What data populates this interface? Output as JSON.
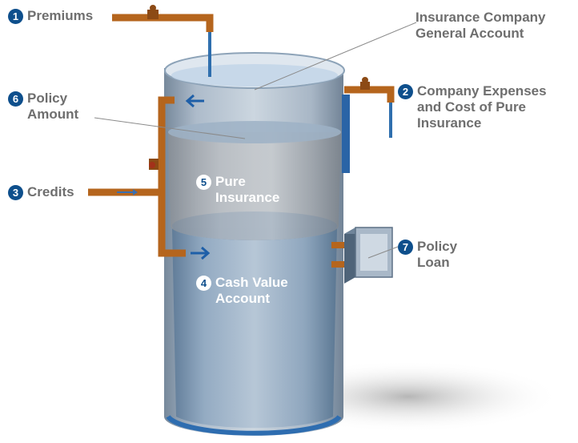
{
  "colors": {
    "pipe": "#b5651d",
    "water": "#2f6fae",
    "badge": "#0e4f8c",
    "label": "#6e6e6e",
    "tank": "#9fb0c2"
  },
  "labels": {
    "premiums": {
      "num": "1",
      "lines": [
        "Premiums"
      ]
    },
    "general_account": {
      "lines": [
        "Insurance Company",
        "General Account"
      ]
    },
    "expenses": {
      "num": "2",
      "lines": [
        "Company Expenses",
        "and Cost of Pure",
        "Insurance"
      ]
    },
    "policy_amount": {
      "num": "6",
      "lines": [
        "Policy",
        "Amount"
      ]
    },
    "credits": {
      "num": "3",
      "lines": [
        "Credits"
      ]
    },
    "pure_insurance": {
      "num": "5",
      "lines": [
        "Pure",
        "Insurance"
      ]
    },
    "cash_value": {
      "num": "4",
      "lines": [
        "Cash Value",
        "Account"
      ]
    },
    "policy_loan": {
      "num": "7",
      "lines": [
        "Policy",
        "Loan"
      ]
    }
  }
}
